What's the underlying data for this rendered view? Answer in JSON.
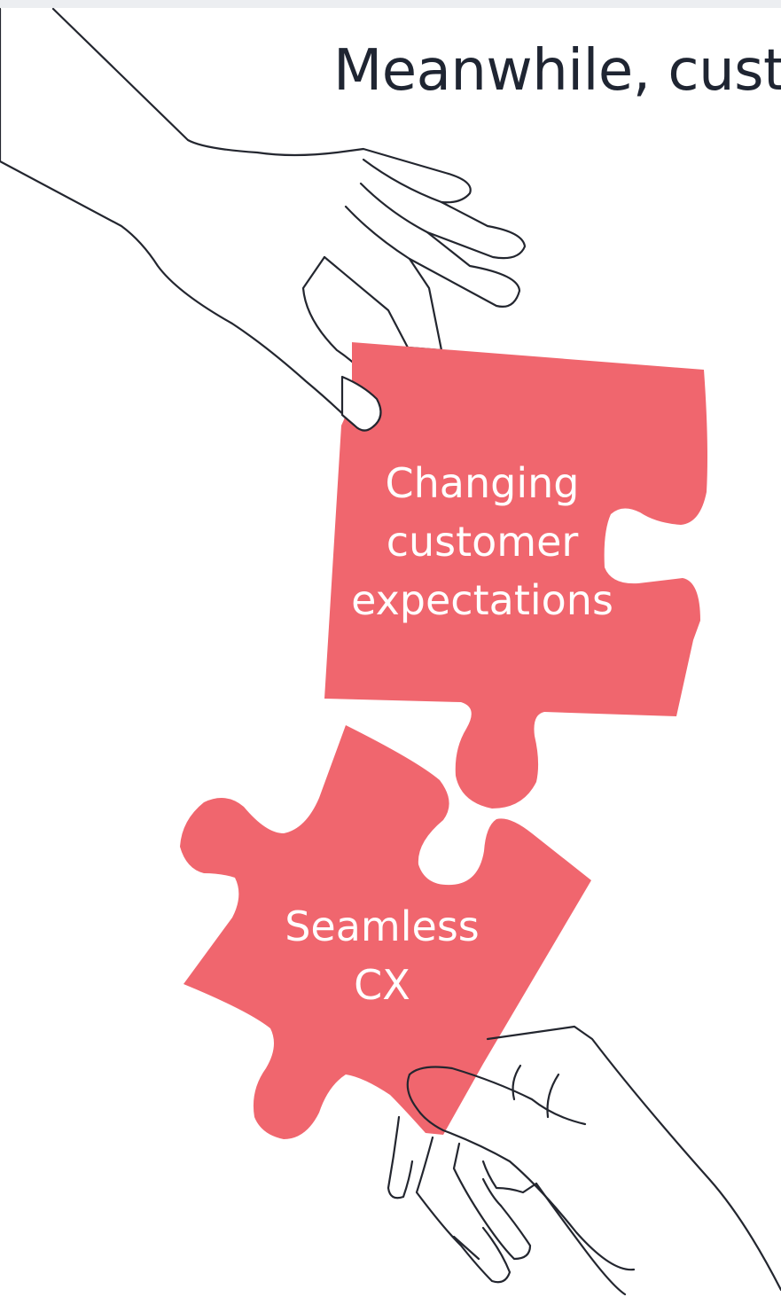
{
  "page": {
    "headline": "Meanwhile, cust"
  },
  "puzzle": {
    "top_piece": {
      "lines": [
        "Changing",
        "customer",
        "expectations"
      ]
    },
    "bottom_piece": {
      "lines": [
        "Seamless",
        "CX"
      ]
    }
  },
  "colors": {
    "piece_fill": "#f0666e",
    "outline": "#23262f",
    "headline": "#1f2532",
    "top_bar": "#eceef1"
  },
  "icons": [
    "hand-top-icon",
    "hand-bottom-icon",
    "puzzle-piece-icon"
  ]
}
